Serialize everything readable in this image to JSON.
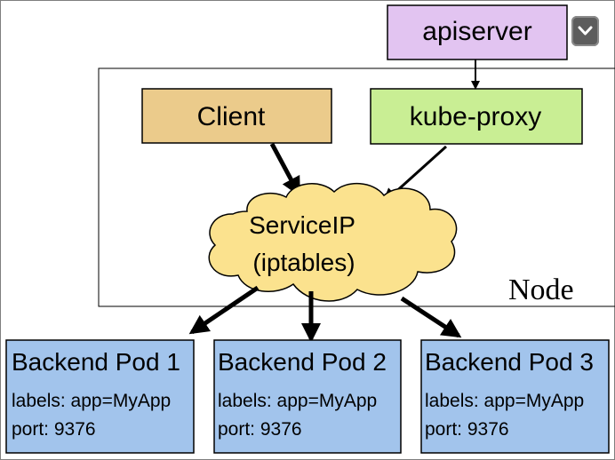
{
  "apiserver": {
    "label": "apiserver",
    "color": "#e2c4f1"
  },
  "client": {
    "label": "Client",
    "color": "#ebcb8b"
  },
  "kube_proxy": {
    "label": "kube-proxy",
    "color": "#c9ee94"
  },
  "service": {
    "line1": "ServiceIP",
    "line2": "(iptables)",
    "color": "#fbe28e"
  },
  "node": {
    "label": "Node"
  },
  "pods": [
    {
      "title": "Backend Pod 1",
      "labels": "labels: app=MyApp",
      "port": "port: 9376"
    },
    {
      "title": "Backend Pod 2",
      "labels": "labels: app=MyApp",
      "port": "port: 9376"
    },
    {
      "title": "Backend Pod 3",
      "labels": "labels: app=MyApp",
      "port": "port: 9376"
    }
  ],
  "pod_color": "#a2c4ec",
  "dropdown": {
    "icon": "chevron-down-icon"
  }
}
